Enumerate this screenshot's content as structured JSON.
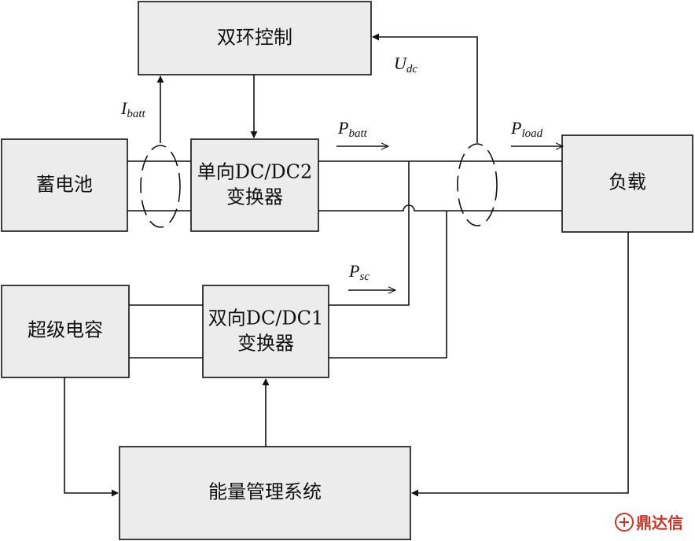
{
  "blocks": {
    "dual_loop": "双环控制",
    "battery": "蓄电池",
    "uni_dcdc": {
      "line1": "单向DC/DC2",
      "line2": "变换器"
    },
    "load": "负载",
    "supercap": "超级电容",
    "bi_dcdc": {
      "line1": "双向DC/DC1",
      "line2": "变换器"
    },
    "ems": "能量管理系统"
  },
  "signals": {
    "i_batt": {
      "main": "I",
      "sub": "batt"
    },
    "u_dc": {
      "main": "U",
      "sub": "dc"
    },
    "p_batt": {
      "main": "P",
      "sub": "batt"
    },
    "p_load": {
      "main": "P",
      "sub": "load"
    },
    "p_sc": {
      "main": "P",
      "sub": "sc"
    }
  },
  "watermark": {
    "text": "鼎达信"
  },
  "colors": {
    "line": "#111111",
    "box_fill": "#ececec",
    "watermark": "#c0392b"
  }
}
